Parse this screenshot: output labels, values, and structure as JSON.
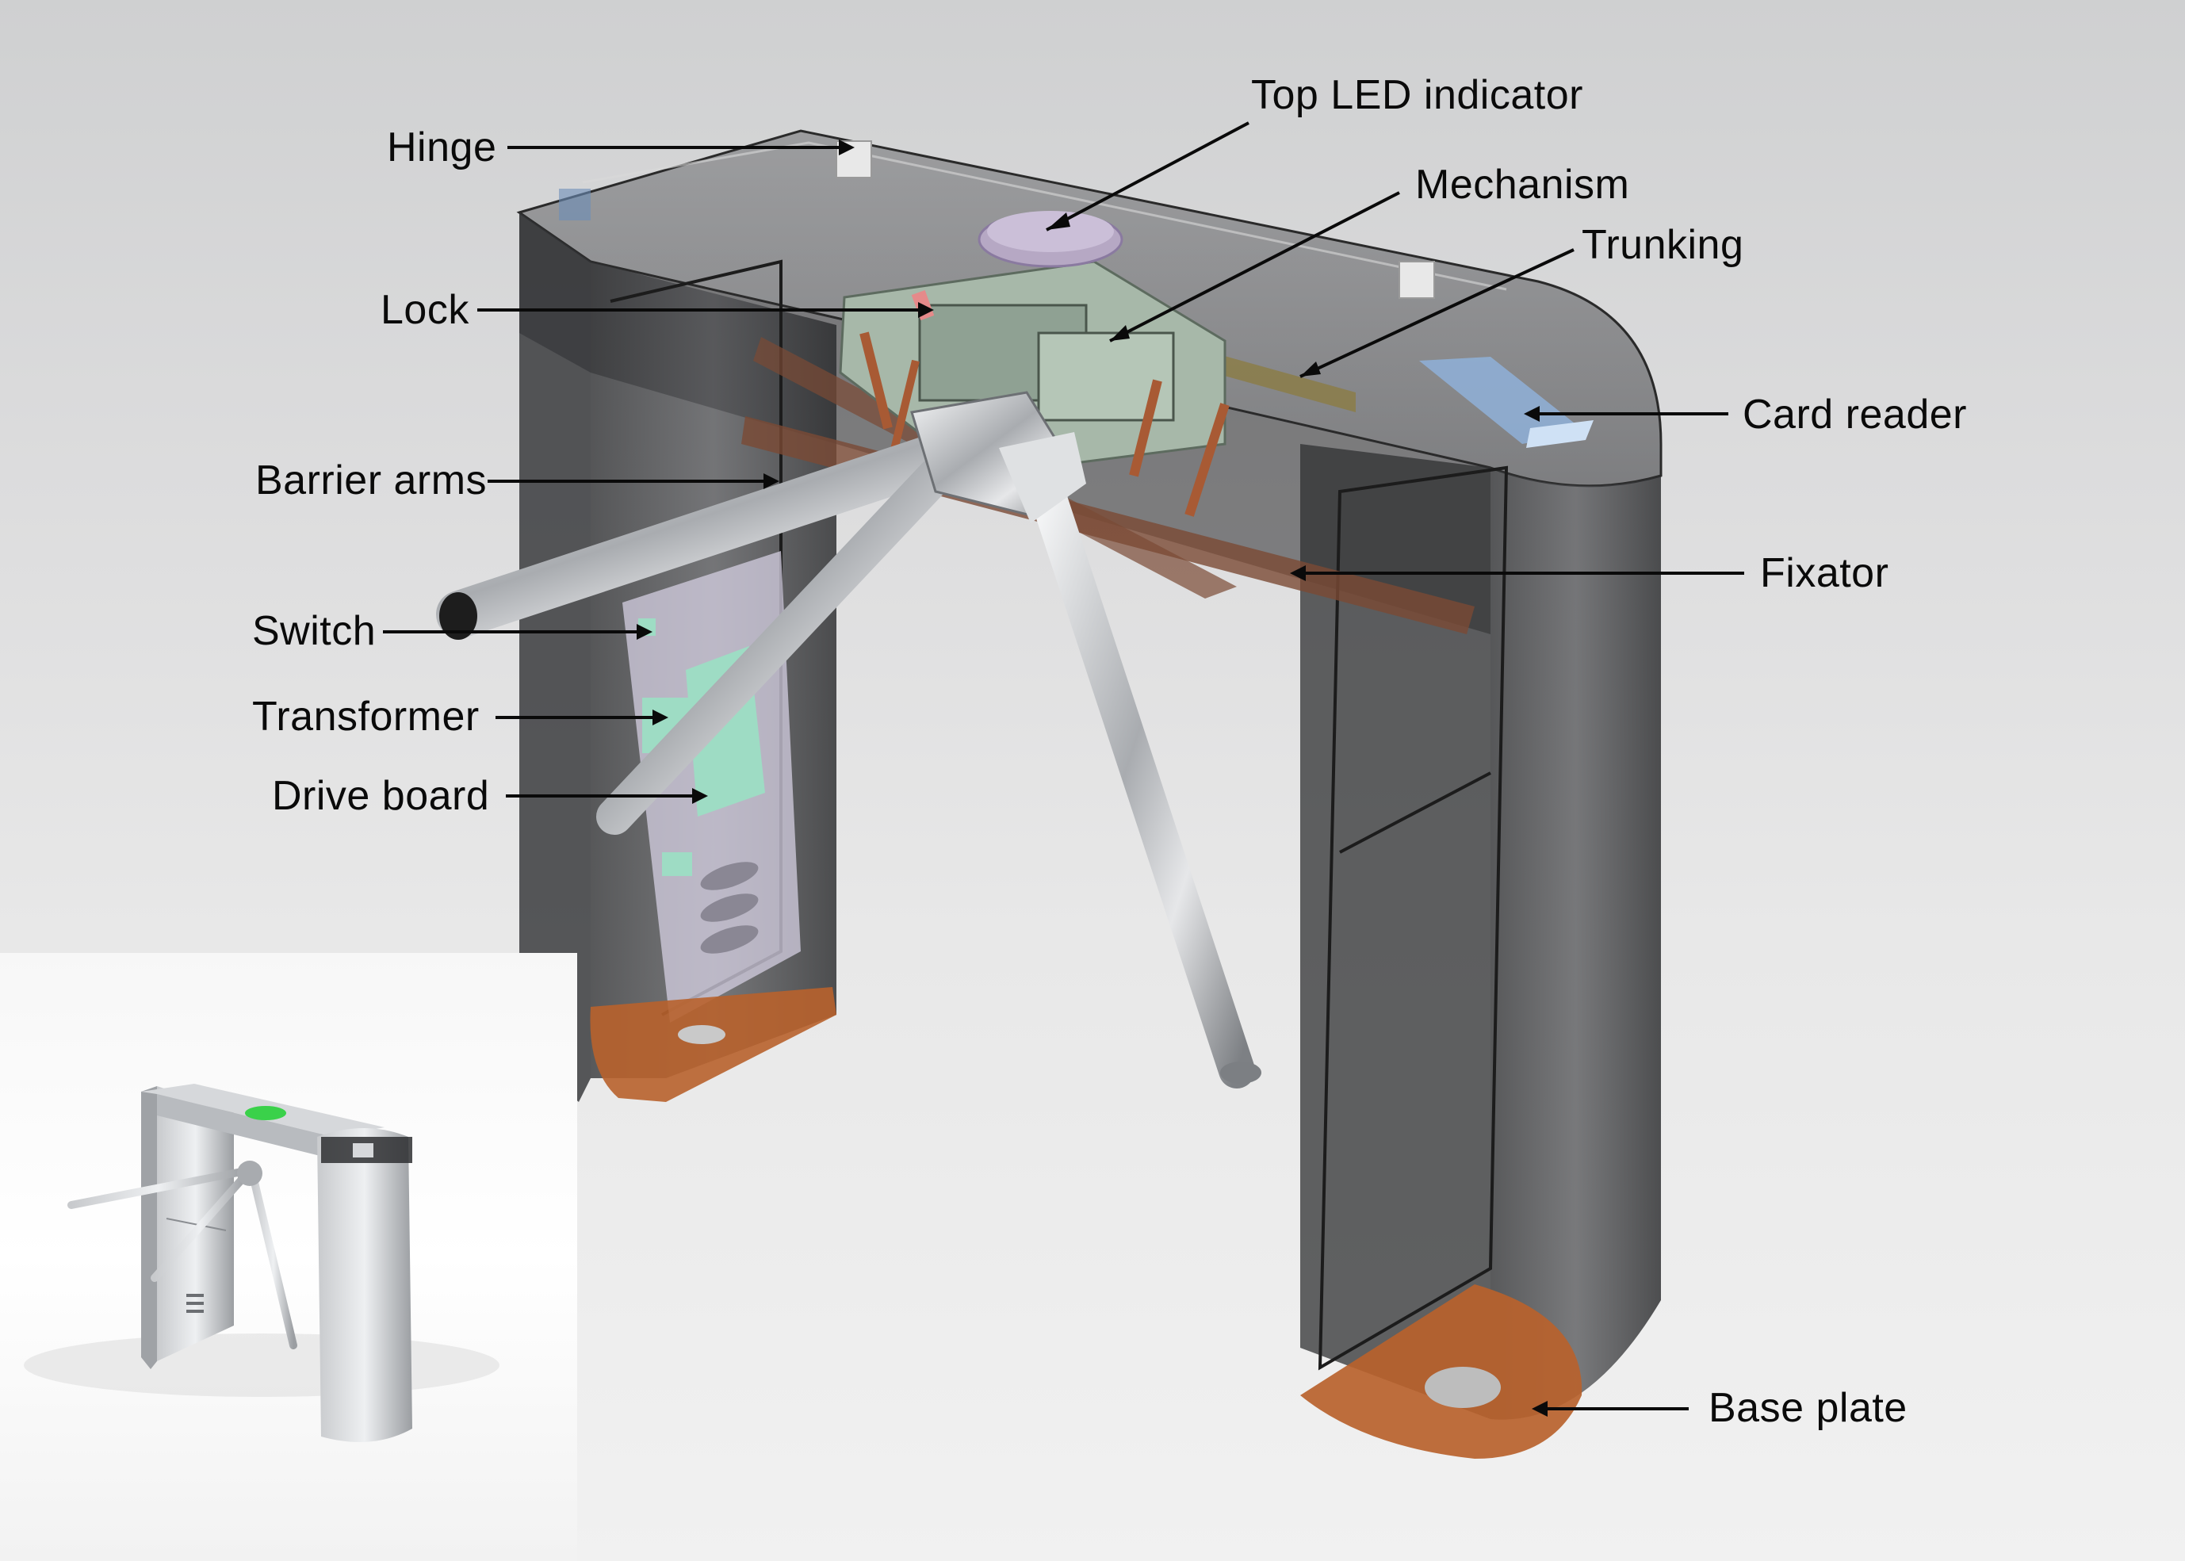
{
  "diagram": {
    "labels": {
      "top_led_indicator": "Top LED indicator",
      "hinge": "Hinge",
      "mechanism": "Mechanism",
      "trunking": "Trunking",
      "lock": "Lock",
      "card_reader": "Card reader",
      "barrier_arms": "Barrier arms",
      "fixator": "Fixator",
      "switch": "Switch",
      "transformer": "Transformer",
      "drive_board": "Drive board",
      "base_plate": "Base plate"
    },
    "colors": {
      "housing": "#3b3b3d",
      "mechanism": "#a7b8a9",
      "bracket": "#7a4a34",
      "base_plate": "#b8622c",
      "board": "#9edcc4",
      "led": "#b6a8c4",
      "card_reader": "#8fb0d8",
      "steel": "#c9cbce",
      "inset_led": "#3ad14a"
    }
  }
}
